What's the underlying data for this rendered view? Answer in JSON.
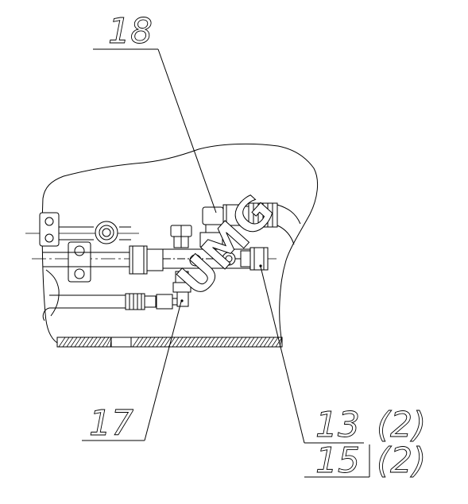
{
  "callouts": {
    "c18": "18",
    "c17": "17",
    "c13": "13",
    "c13_qty": "(2)",
    "c15": "15",
    "c15_qty": "(2)"
  },
  "watermark": "UMG",
  "colors": {
    "ink": "#000000",
    "paper": "#ffffff"
  }
}
